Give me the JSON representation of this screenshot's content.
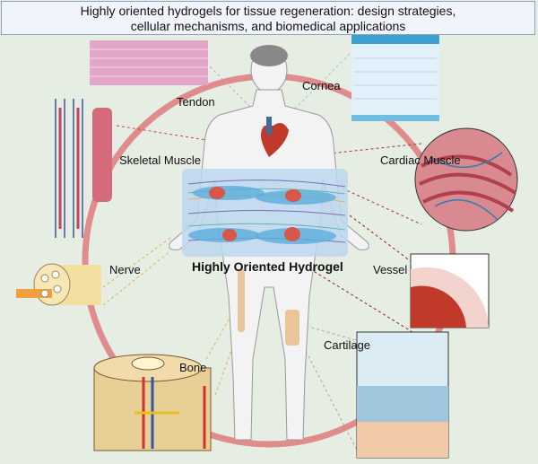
{
  "title": {
    "line1": "Highly oriented hydrogels for tissue regeneration: design strategies,",
    "line2": "cellular mechanisms, and biomedical applications"
  },
  "center_label": "Highly Oriented Hydrogel",
  "tissues": {
    "cornea": "Cornea",
    "tendon": "Tendon",
    "skeletal_muscle": "Skeletal Muscle",
    "cardiac_muscle": "Cardiac Muscle",
    "nerve": "Nerve",
    "vessel": "Vessel",
    "bone": "Bone",
    "cartilage": "Cartilage"
  },
  "colors": {
    "ring": "#e08c8c",
    "hydrogel": "#bcd6ee",
    "cell": "#5aaedb",
    "nucleus": "#d9574a",
    "body": "#f2f2f2"
  }
}
